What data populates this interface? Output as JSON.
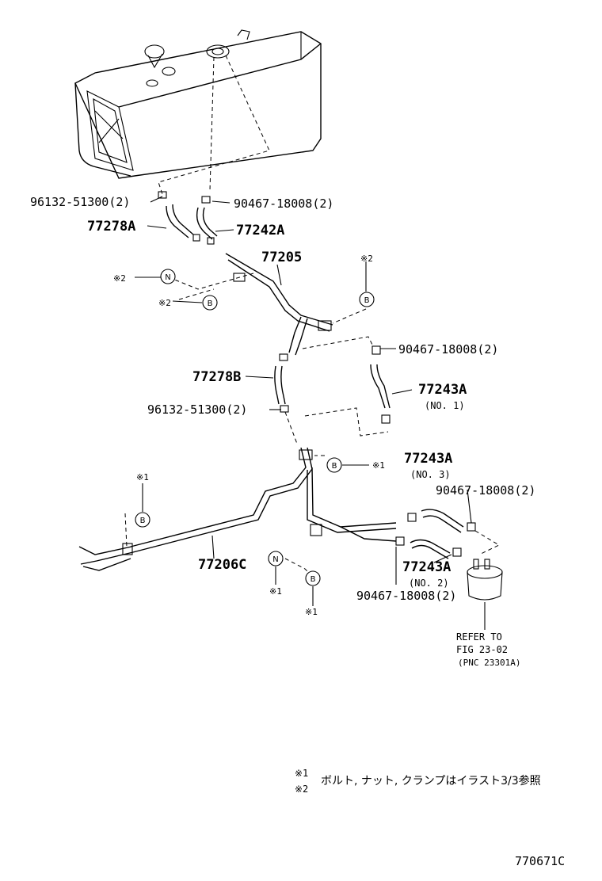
{
  "parts": {
    "p_96132_top": "96132-51300(2)",
    "p_90467_top": "90467-18008(2)",
    "p_77278A": "77278A",
    "p_77242A": "77242A",
    "p_77205": "77205",
    "p_90467_mid": "90467-18008(2)",
    "p_77243A_1": "77243A",
    "p_77243A_1_sub": "(NO. 1)",
    "p_77278B": "77278B",
    "p_96132_mid": "96132-51300(2)",
    "p_77243A_3": "77243A",
    "p_77243A_3_sub": "(NO. 3)",
    "p_90467_right": "90467-18008(2)",
    "p_77206C": "77206C",
    "p_77243A_2": "77243A",
    "p_77243A_2_sub": "(NO. 2)",
    "p_90467_bottom": "90467-18008(2)"
  },
  "markers": {
    "N": "N",
    "B": "B",
    "note1_mark": "※1",
    "note2_mark": "※2"
  },
  "refer": {
    "line1": "REFER TO",
    "line2": "FIG 23-02",
    "line3": "(PNC 23301A)"
  },
  "notes": {
    "mark1": "※1",
    "mark2": "※2",
    "text": "ボルト, ナット, クランプはイラスト3/3参照"
  },
  "figure_id": "770671C"
}
